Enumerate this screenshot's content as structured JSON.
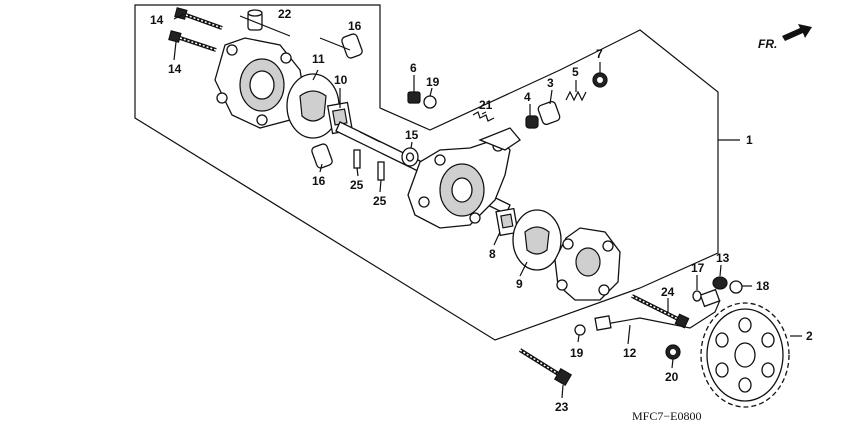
{
  "diagram": {
    "front_indicator": "FR.",
    "diagram_code": "MFC7−E0800",
    "callouts": [
      {
        "id": "c14a",
        "label": "14"
      },
      {
        "id": "c22",
        "label": "22"
      },
      {
        "id": "c14b",
        "label": "14"
      },
      {
        "id": "c16a",
        "label": "16"
      },
      {
        "id": "c11",
        "label": "11"
      },
      {
        "id": "c10",
        "label": "10"
      },
      {
        "id": "c6",
        "label": "6"
      },
      {
        "id": "c19a",
        "label": "19"
      },
      {
        "id": "c7",
        "label": "7"
      },
      {
        "id": "c5",
        "label": "5"
      },
      {
        "id": "c3",
        "label": "3"
      },
      {
        "id": "c4",
        "label": "4"
      },
      {
        "id": "c21",
        "label": "21"
      },
      {
        "id": "c15",
        "label": "15"
      },
      {
        "id": "c1",
        "label": "1"
      },
      {
        "id": "c16b",
        "label": "16"
      },
      {
        "id": "c25a",
        "label": "25"
      },
      {
        "id": "c25b",
        "label": "25"
      },
      {
        "id": "c8",
        "label": "8"
      },
      {
        "id": "c9",
        "label": "9"
      },
      {
        "id": "c13",
        "label": "13"
      },
      {
        "id": "c17",
        "label": "17"
      },
      {
        "id": "c18",
        "label": "18"
      },
      {
        "id": "c24",
        "label": "24"
      },
      {
        "id": "c2",
        "label": "2"
      },
      {
        "id": "c19b",
        "label": "19"
      },
      {
        "id": "c12",
        "label": "12"
      },
      {
        "id": "c20",
        "label": "20"
      },
      {
        "id": "c23",
        "label": "23"
      }
    ]
  }
}
